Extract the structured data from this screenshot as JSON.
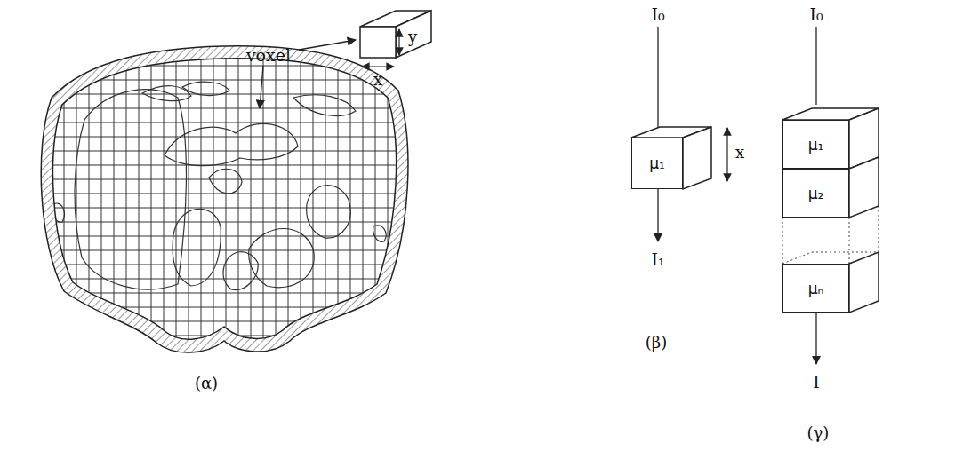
{
  "diagram": {
    "nodes": [
      {
        "text": [
          "μ₁"
        ]
      },
      {
        "text": [
          "μ₁"
        ]
      },
      {
        "text": [
          "μ₂"
        ]
      },
      {
        "text": [
          "μₙ"
        ]
      }
    ],
    "labels": [
      "voxel",
      "x",
      "y",
      "(α)",
      "I₀",
      "x",
      "I₁",
      "(β)",
      "I₀",
      "I",
      "(γ)"
    ]
  }
}
